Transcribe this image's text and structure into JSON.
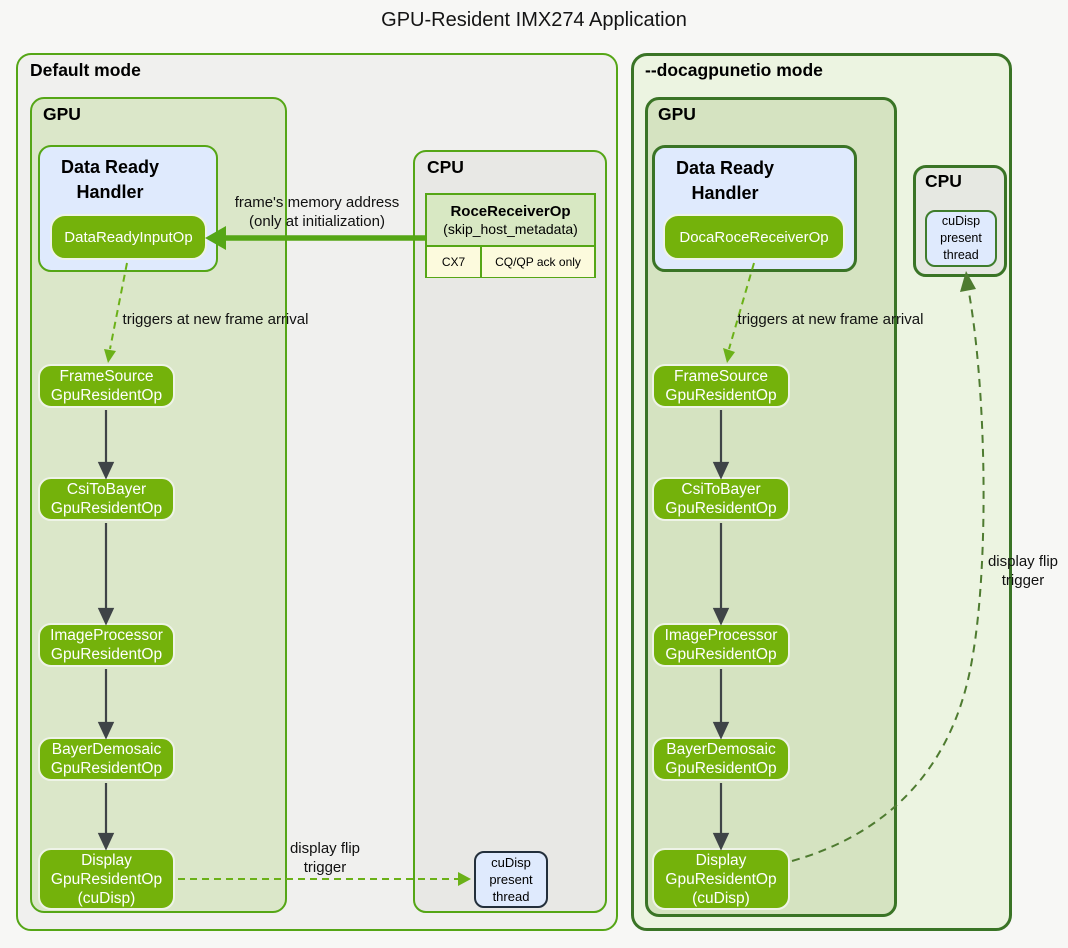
{
  "title": "GPU-Resident IMX274 Application",
  "colors": {
    "node_green": "#74b20b",
    "bright_green_border": "#55a616",
    "dark_green_border": "#3a7426",
    "left_panel_fill": "#f0f0ee",
    "right_panel_fill": "#ecf4e1",
    "gpu_fill_left": "#dbe7c9",
    "gpu_fill_right": "#d5e3c1",
    "cpu_fill": "#e8e8e5",
    "handler_fill": "#dfeafd",
    "table_header_fill": "#d8e8c3",
    "table_cell_fill": "#fcfadd",
    "solid_arrow_dark": "#3f4447",
    "dashed_arrow_green": "#6bb118",
    "dashed_arrow_dark_green": "#4e7b30"
  },
  "left_panel": {
    "label": "Default mode",
    "gpu": {
      "label": "GPU",
      "handler": {
        "title_line1": "Data Ready",
        "title_line2": "Handler",
        "op_label": "DataReadyInputOp"
      },
      "chain": [
        {
          "l1": "FrameSource",
          "l2": "GpuResidentOp"
        },
        {
          "l1": "CsiToBayer",
          "l2": "GpuResidentOp"
        },
        {
          "l1": "ImageProcessor",
          "l2": "GpuResidentOp"
        },
        {
          "l1": "BayerDemosaic",
          "l2": "GpuResidentOp"
        },
        {
          "l1": "Display",
          "l2": "GpuResidentOp",
          "l3": "(cuDisp)"
        }
      ]
    },
    "cpu": {
      "label": "CPU",
      "roce_table": {
        "title": "RoceReceiverOp",
        "subtitle": "(skip_host_metadata)",
        "cell_left": "CX7",
        "cell_right": "CQ/QP ack only"
      },
      "cudisp_thread": {
        "l1": "cuDisp",
        "l2": "present",
        "l3": "thread"
      }
    },
    "annotations": {
      "frame_addr_line1": "frame's memory address",
      "frame_addr_line2": "(only at initialization)",
      "triggers": "triggers at new frame arrival",
      "display_flip_line1": "display flip",
      "display_flip_line2": "trigger"
    }
  },
  "right_panel": {
    "label": "--docagpunetio mode",
    "gpu": {
      "label": "GPU",
      "handler": {
        "title_line1": "Data Ready",
        "title_line2": "Handler",
        "op_label": "DocaRoceReceiverOp"
      },
      "chain": [
        {
          "l1": "FrameSource",
          "l2": "GpuResidentOp"
        },
        {
          "l1": "CsiToBayer",
          "l2": "GpuResidentOp"
        },
        {
          "l1": "ImageProcessor",
          "l2": "GpuResidentOp"
        },
        {
          "l1": "BayerDemosaic",
          "l2": "GpuResidentOp"
        },
        {
          "l1": "Display",
          "l2": "GpuResidentOp",
          "l3": "(cuDisp)"
        }
      ]
    },
    "cpu": {
      "label": "CPU",
      "cudisp_thread": {
        "l1": "cuDisp",
        "l2": "present",
        "l3": "thread"
      }
    },
    "annotations": {
      "triggers": "triggers at new frame arrival",
      "display_flip_line1": "display flip",
      "display_flip_line2": "trigger"
    }
  },
  "edges": [
    {
      "panel": "default",
      "from": "RoceReceiverOp",
      "to": "DataReadyInputOp",
      "label": "frame's memory address (only at initialization)",
      "style": "solid thick green arrow"
    },
    {
      "panel": "default",
      "from": "DataReadyInputOp",
      "to": "FrameSourceGpuResidentOp",
      "label": "triggers at new frame arrival",
      "style": "dashed green arrow"
    },
    {
      "panel": "default",
      "from": "FrameSourceGpuResidentOp",
      "to": "CsiToBayerGpuResidentOp",
      "label": "",
      "style": "solid dark arrow"
    },
    {
      "panel": "default",
      "from": "CsiToBayerGpuResidentOp",
      "to": "ImageProcessorGpuResidentOp",
      "label": "",
      "style": "solid dark arrow"
    },
    {
      "panel": "default",
      "from": "ImageProcessorGpuResidentOp",
      "to": "BayerDemosaicGpuResidentOp",
      "label": "",
      "style": "solid dark arrow"
    },
    {
      "panel": "default",
      "from": "BayerDemosaicGpuResidentOp",
      "to": "DisplayGpuResidentOp (cuDisp)",
      "label": "",
      "style": "solid dark arrow"
    },
    {
      "panel": "default",
      "from": "DisplayGpuResidentOp (cuDisp)",
      "to": "cuDisp present thread",
      "label": "display flip trigger",
      "style": "dashed green arrow"
    },
    {
      "panel": "docagpunetio",
      "from": "DocaRoceReceiverOp",
      "to": "FrameSourceGpuResidentOp",
      "label": "triggers at new frame arrival",
      "style": "dashed green arrow"
    },
    {
      "panel": "docagpunetio",
      "from": "FrameSourceGpuResidentOp",
      "to": "CsiToBayerGpuResidentOp",
      "label": "",
      "style": "solid dark arrow"
    },
    {
      "panel": "docagpunetio",
      "from": "CsiToBayerGpuResidentOp",
      "to": "ImageProcessorGpuResidentOp",
      "label": "",
      "style": "solid dark arrow"
    },
    {
      "panel": "docagpunetio",
      "from": "ImageProcessorGpuResidentOp",
      "to": "BayerDemosaicGpuResidentOp",
      "label": "",
      "style": "solid dark arrow"
    },
    {
      "panel": "docagpunetio",
      "from": "BayerDemosaicGpuResidentOp",
      "to": "DisplayGpuResidentOp (cuDisp)",
      "label": "",
      "style": "solid dark arrow"
    },
    {
      "panel": "docagpunetio",
      "from": "DisplayGpuResidentOp (cuDisp)",
      "to": "cuDisp present thread",
      "label": "display flip trigger",
      "style": "dashed dark green curved arrow"
    }
  ]
}
